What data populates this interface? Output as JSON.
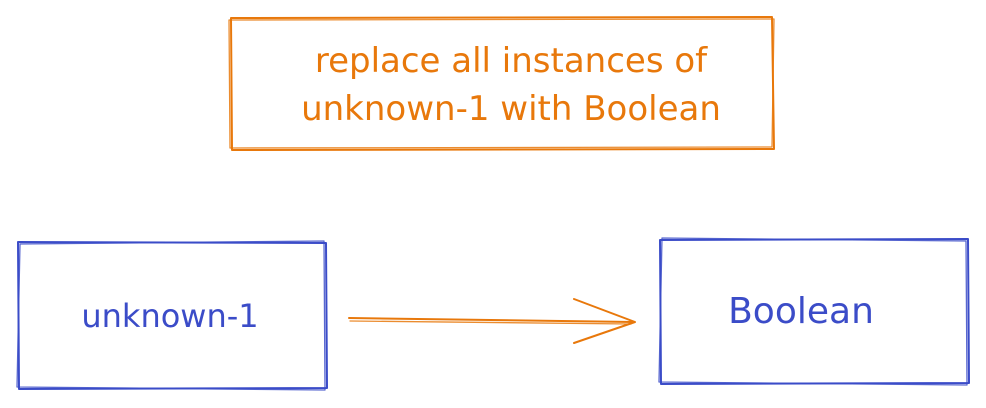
{
  "diagram": {
    "note": {
      "line1": "replace all instances of",
      "line2": "unknown-1 with Boolean",
      "color": "#e8780b"
    },
    "source_box": {
      "label": "unknown-1",
      "color": "#3b4cc8"
    },
    "target_box": {
      "label": "Boolean",
      "color": "#3b4cc8"
    },
    "arrow": {
      "color": "#e8780b"
    }
  }
}
